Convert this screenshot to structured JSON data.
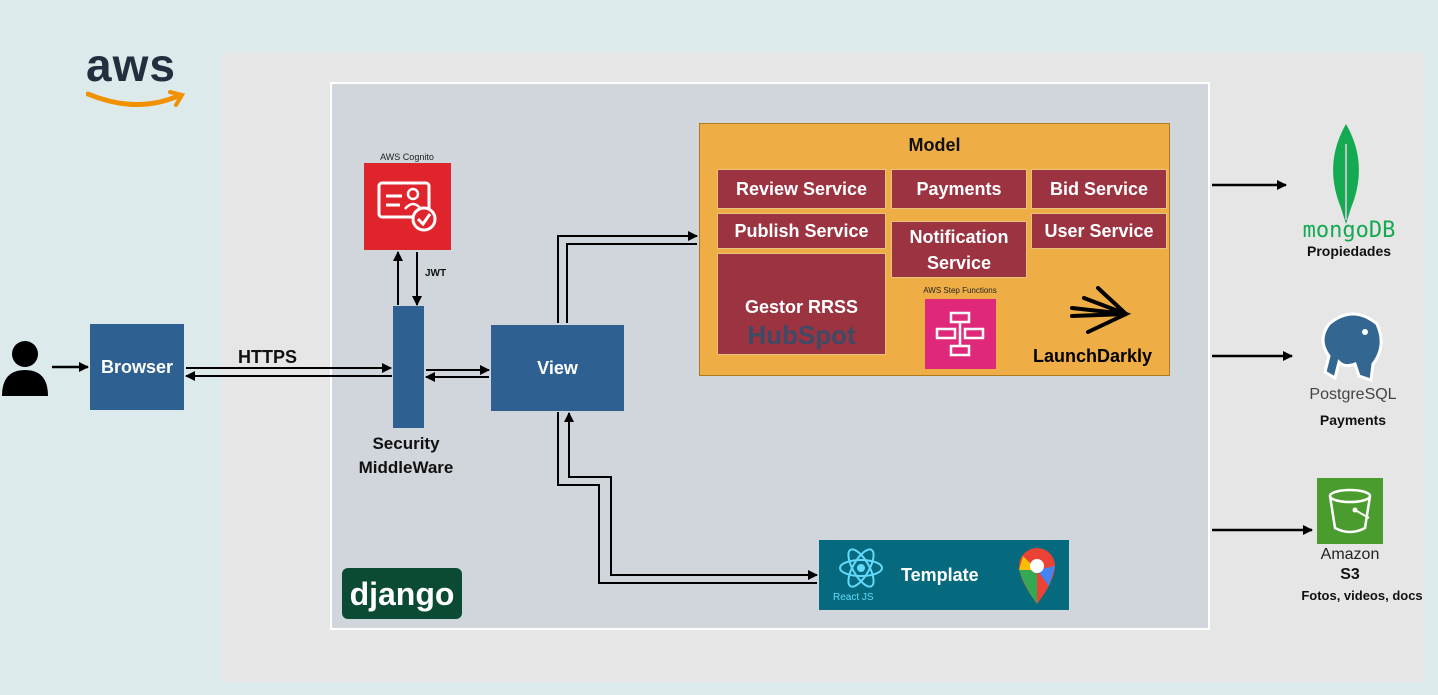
{
  "logos": {
    "aws": "aws",
    "django": "django",
    "hubspot": "HubSpot",
    "launchdarkly": "LaunchDarkly",
    "react": "React JS"
  },
  "nodes": {
    "browser": "Browser",
    "view": "View",
    "security": "Security\nMiddleWare",
    "cognito": "AWS Cognito",
    "template": "Template",
    "model_title": "Model",
    "step_functions": "AWS Step Functions"
  },
  "edges": {
    "https": "HTTPS",
    "jwt": "JWT"
  },
  "services": {
    "review": "Review Service",
    "payments": "Payments",
    "bid": "Bid Service",
    "publish": "Publish Service",
    "notification": "Notification Service",
    "user": "User Service",
    "gestor": "Gestor RRSS"
  },
  "datastores": {
    "mongo_logo": "mongoDB",
    "mongo_label": "Propiedades",
    "postgres_logo": "PostgreSQL",
    "postgres_label": "Payments",
    "s3_name": "Amazon",
    "s3_short": "S3",
    "s3_label": "Fotos, videos, docs"
  },
  "colors": {
    "blue_box": "#2e6191",
    "service": "#9b3341",
    "model": "#efae45",
    "template": "#056a7d",
    "cognito": "#e0242c",
    "step_functions": "#e0287a",
    "mongo": "#13aa52",
    "s3": "#4b9c2f"
  }
}
